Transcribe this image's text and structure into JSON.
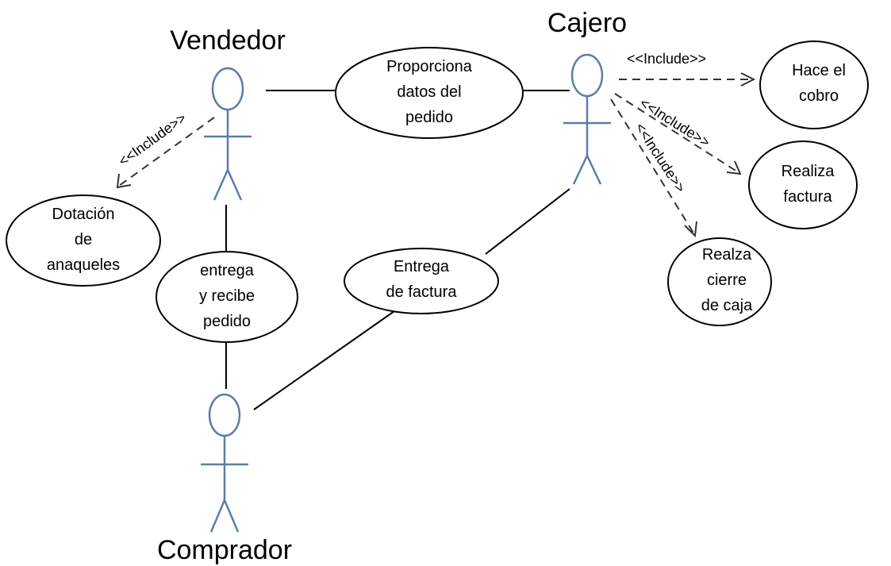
{
  "actors": {
    "vendedor": "Vendedor",
    "cajero": "Cajero",
    "comprador": "Comprador"
  },
  "use_cases": {
    "proporciona": [
      "Proporciona",
      "datos del",
      "pedido"
    ],
    "hace_cobro": [
      "Hace el",
      "cobro"
    ],
    "realiza_factura": [
      "Realiza",
      "factura"
    ],
    "cierre_caja": [
      "Realza",
      "cierre",
      "de caja"
    ],
    "dotacion": [
      "Dotación",
      "de",
      "anaqueles"
    ],
    "entrega_recibe": [
      "entrega",
      "y recibe",
      "pedido"
    ],
    "entrega_factura": [
      "Entrega",
      "de factura"
    ]
  },
  "relations": {
    "include_cobro": "<<Include>>",
    "include_factura": "<<Include>>",
    "include_cierre": "<<Include>>",
    "include_dotacion": "<<Include>>"
  },
  "colors": {
    "actor": "#5a7dab",
    "line": "#000000"
  }
}
